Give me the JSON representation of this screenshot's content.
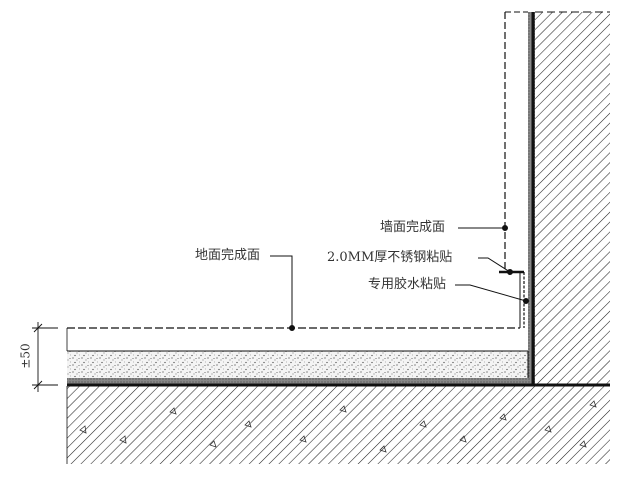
{
  "diagram": {
    "title": "",
    "type": "architectural floor-wall junction detail section",
    "colors": {
      "line": "#111111",
      "hatch": "#222222",
      "screed_bg": "#f2f2f2",
      "text": "#333333"
    },
    "labels": {
      "wall_finish": "墙面完成面",
      "steel_strip": "2.0MM厚不锈钢粘贴",
      "adhesive": "专用胶水粘贴",
      "floor_finish": "地面完成面"
    },
    "dimension": {
      "value": "±50"
    }
  }
}
